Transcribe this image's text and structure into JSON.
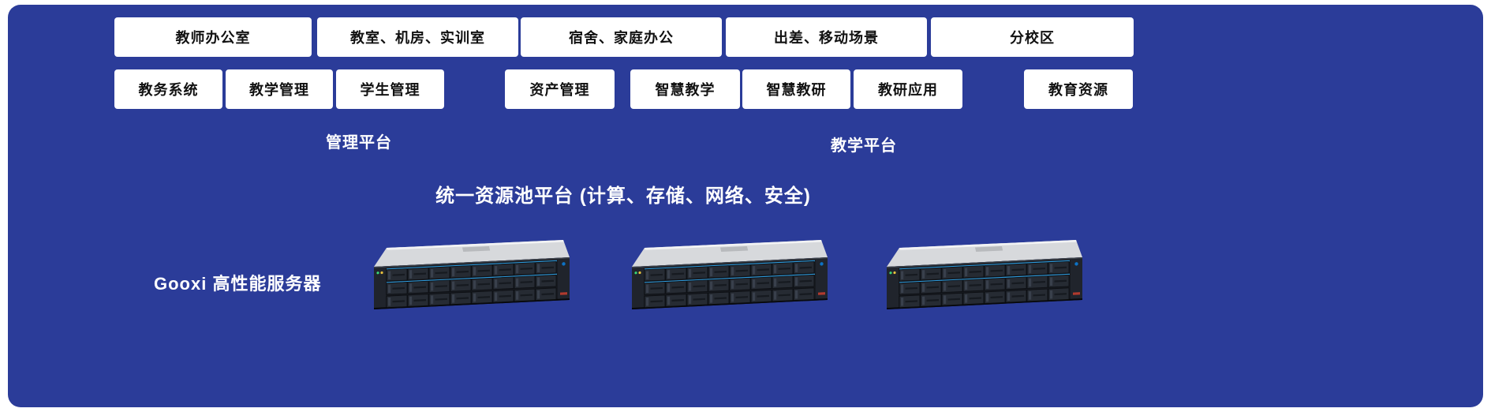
{
  "colors": {
    "panel_background": "#2b3c99",
    "box_background": "#ffffff",
    "box_text": "#111111",
    "label_text": "#ffffff",
    "server_accent_line": "#2f9bdc"
  },
  "scenario_row": [
    {
      "label": "教师办公室"
    },
    {
      "label": "教室、机房、实训室"
    },
    {
      "label": "宿舍、家庭办公"
    },
    {
      "label": "出差、移动场景"
    },
    {
      "label": "分校区"
    }
  ],
  "application_row": {
    "management_group": [
      {
        "label": "教务系统"
      },
      {
        "label": "教学管理"
      },
      {
        "label": "学生管理"
      }
    ],
    "teaching_group": [
      {
        "label": "资产管理"
      },
      {
        "label": "智慧教学"
      },
      {
        "label": "智慧教研"
      },
      {
        "label": "教研应用"
      }
    ],
    "resource_box": {
      "label": "教育资源"
    }
  },
  "platform_labels": {
    "management": "管理平台",
    "teaching": "教学平台"
  },
  "resource_pool_title": "统一资源池平台 (计算、存储、网络、安全)",
  "server_section": {
    "label": "Gooxi 高性能服务器",
    "server_count": 3
  }
}
